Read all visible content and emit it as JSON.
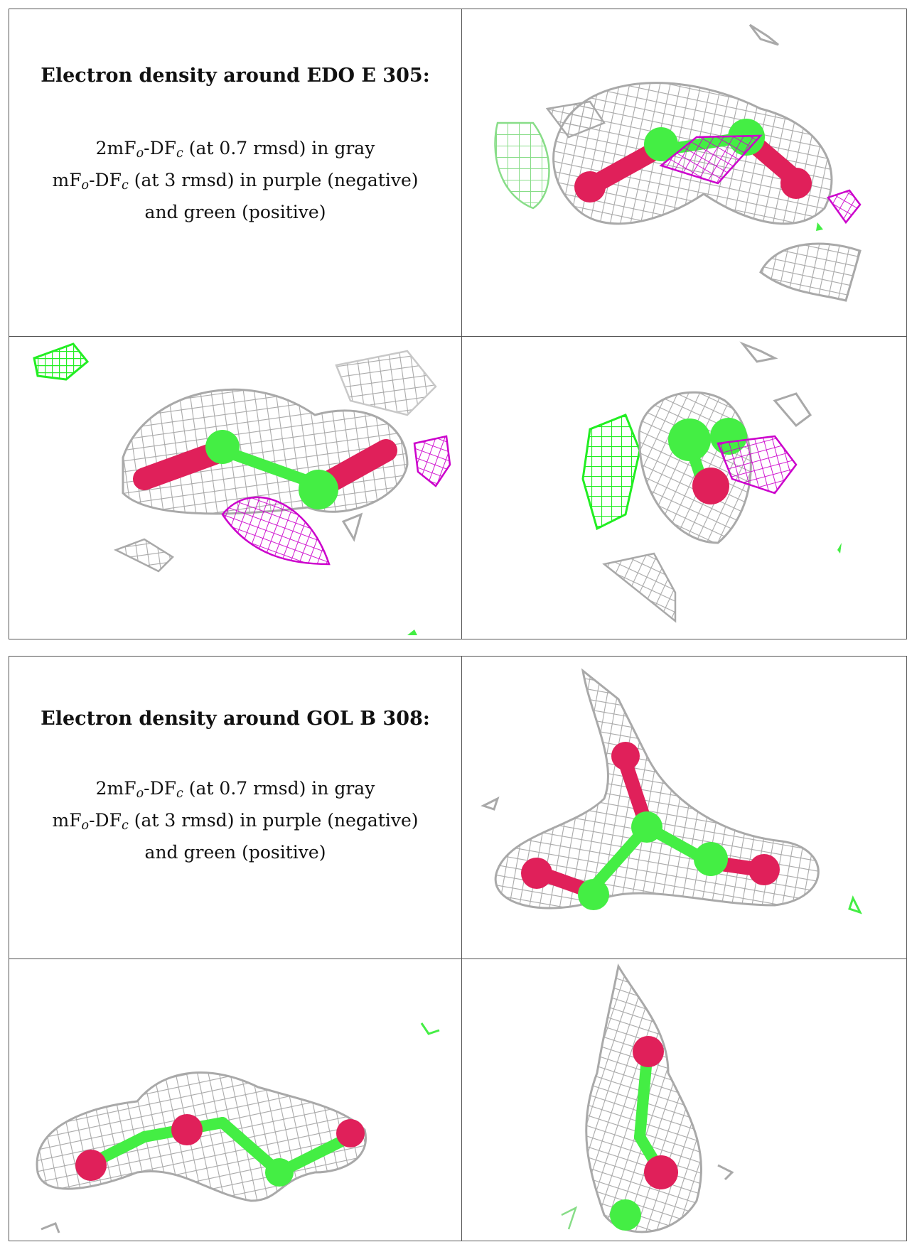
{
  "blocks": [
    {
      "title": "Electron density around EDO E 305:",
      "line1_a": "2mF",
      "line1_sub1": "o",
      "line1_b": "-DF",
      "line1_sub2": "c",
      "line1_c": " (at 0.7 rmsd) in gray",
      "line2_a": "mF",
      "line2_sub1": "o",
      "line2_b": "-DF",
      "line2_sub2": "c",
      "line2_c": " (at 3 rmsd) in purple (negative)",
      "line3": "and green (positive)"
    },
    {
      "title": "Electron density around GOL B 308:",
      "line1_a": "2mF",
      "line1_sub1": "o",
      "line1_b": "-DF",
      "line1_sub2": "c",
      "line1_c": " (at 0.7 rmsd) in gray",
      "line2_a": "mF",
      "line2_sub1": "o",
      "line2_b": "-DF",
      "line2_sub2": "c",
      "line2_c": " (at 3 rmsd) in purple (negative)",
      "line3": "and green (positive)"
    }
  ],
  "colors": {
    "mesh_gray": "#a9a9a9",
    "mesh_purple": "#cc00cc",
    "mesh_green": "#22ee22",
    "atom_oxygen": "#e0205a",
    "atom_carbon": "#44ee44",
    "border": "#555555"
  }
}
